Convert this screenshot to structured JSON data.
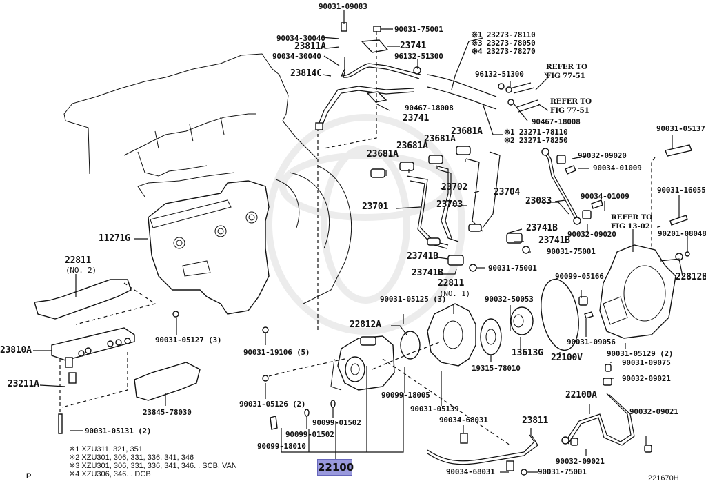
{
  "diagram": {
    "figure_id": "221670H",
    "page_marker": "P",
    "highlighted_part": "22100",
    "watermark": "toyota-emblem-watermark",
    "labels": {
      "l1": "90031-09083",
      "l2": "90031-75001",
      "l3": "90034-30040",
      "l4": "23811A",
      "l5": "90034-30040",
      "l6": "23741",
      "l7": "96132-51300",
      "l8": "23814C",
      "l9": "※1  23273-78110",
      "l10": "※3  23273-78050",
      "l11": "※4  23273-78270",
      "l12": "REFER TO",
      "l13": "FIG 77-51",
      "l14": "96132-51300",
      "l15": "REFER TO",
      "l16": "FIG 77-51",
      "l17": "90467-18008",
      "l18": "90467-18008",
      "l19": "23741",
      "l20": "※1  23271-78110",
      "l21": "※2  23271-78250",
      "l22": "23681A",
      "l23": "23681A",
      "l24": "23681A",
      "l25": "23681A",
      "l26": "23702",
      "l27": "23704",
      "l28": "23701",
      "l29": "23703",
      "l30": "90031-05137",
      "l31": "90032-09020",
      "l32": "90034-01009",
      "l33": "23083",
      "l34": "90034-01009",
      "l35": "90031-16055",
      "l36": "REFER TO",
      "l37": "FIG 13-02",
      "l38": "90032-09020",
      "l39": "90201-08048",
      "l40": "23741B",
      "l41": "23741B",
      "l42": "90031-75001",
      "l43": "23741B",
      "l44": "23741B",
      "l45": "90031-75001",
      "l46": "22812B",
      "l47": "11271G",
      "l48": "22811",
      "l49": "(NO. 2)",
      "l50": "22811",
      "l51": "(NO. 1)",
      "l52": "90031-05125 (3)",
      "l53": "90032-50053",
      "l54": "90099-05166",
      "l55": "22812A",
      "l56": "90031-05127 (3)",
      "l57": "90031-19106 (5)",
      "l58": "23810A",
      "l59": "13613G",
      "l60": "22100V",
      "l61": "19315-78010",
      "l62": "90031-09056",
      "l63": "90031-05129 (2)",
      "l64": "90031-09075",
      "l65": "90032-09021",
      "l66": "23211A",
      "l67": "90099-18005",
      "l68": "90031-05139",
      "l69": "90031-05126 (2)",
      "l70": "22100A",
      "l71": "23845-78030",
      "l72": "90099-01502",
      "l73": "90034-68031",
      "l74": "23811",
      "l75": "90032-09021",
      "l76": "90031-05131 (2)",
      "l77": "90099-01502",
      "l78": "90099-18010",
      "l79": "90032-09021",
      "l80": "90034-68031",
      "l81": "90031-75001"
    },
    "notes": [
      "※1  XZU311, 321, 351",
      "※2  XZU301, 306, 331, 336, 341, 346",
      "※3  XZU301, 306, 331, 336, 341, 346. . SCB, VAN",
      "※4  XZU306, 346. . DCB"
    ]
  }
}
